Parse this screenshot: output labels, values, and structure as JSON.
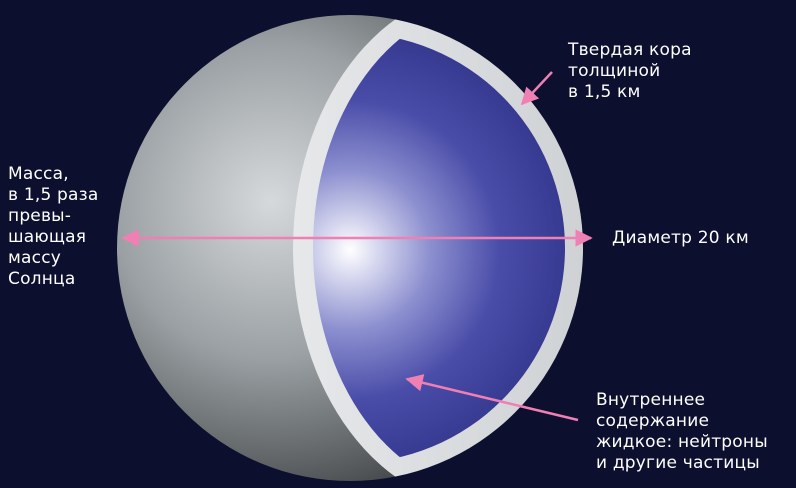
{
  "labels": {
    "crust": [
      "Твердая кора",
      "толщиной",
      "в 1,5 км"
    ],
    "mass": [
      "Масса,",
      "в 1,5 раза",
      "превы-",
      "шающая",
      "массу",
      "Солнца"
    ],
    "diameter": [
      "Диаметр 20 км"
    ],
    "interior": [
      "Внутреннее",
      "содержание",
      "жидкое: нейтроны",
      "и другие частицы"
    ]
  },
  "colors": {
    "background": "#0c0f2e",
    "arrow": "#f07fb4",
    "crust_shell": "#d8dbde",
    "interior": "#3b3f9a",
    "text": "#ffffff"
  }
}
